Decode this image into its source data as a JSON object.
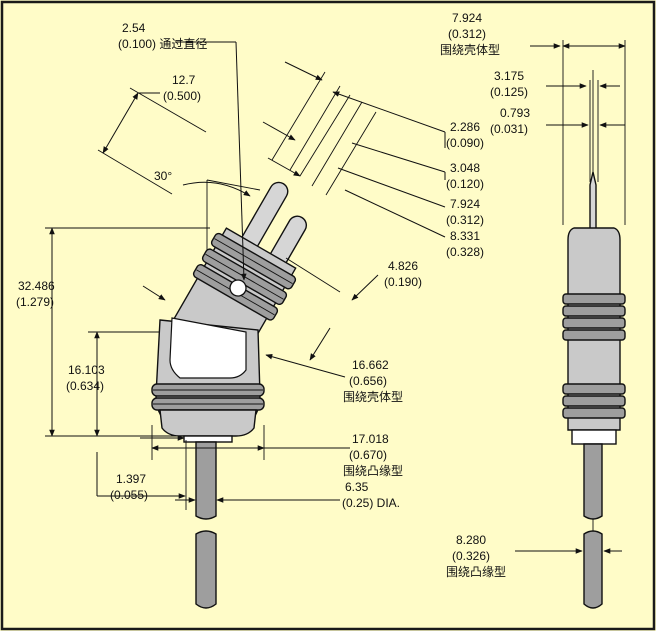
{
  "colors": {
    "background": "#FFFCC8",
    "frame": "#1A1A1A",
    "line": "#111111",
    "body_fill": "#C9C9C9",
    "band_fill": "#9E9E9E",
    "pin_fill": "#D6D6D6"
  },
  "labels": {
    "hole": {
      "mm": "2.54",
      "in": "(0.100) 通过直径"
    },
    "body_width": {
      "mm": "12.7",
      "in": "(0.500)"
    },
    "angle": "30°",
    "pin_gap": {
      "mm": "2.286",
      "in": "(0.090)"
    },
    "pin_spacing": {
      "mm": "3.048",
      "in": "(0.120)"
    },
    "pin_outer": {
      "mm": "7.924",
      "in": "(0.312)"
    },
    "pin_length": {
      "mm": "8.331",
      "in": "(0.328)"
    },
    "pin_dia": {
      "mm": "4.826",
      "in": "(0.190)"
    },
    "total_height": {
      "mm": "32.486",
      "in": "(1.279)"
    },
    "lower_height": {
      "mm": "16.103",
      "in": "(0.634)"
    },
    "shell": {
      "mm": "16.662",
      "in": "(0.656)",
      "note": "围绕壳体型"
    },
    "flange": {
      "mm": "17.018",
      "in": "(0.670)",
      "note": "围绕凸缘型"
    },
    "cable_offset": {
      "mm": "1.397",
      "in": "(0.055)"
    },
    "cable_dia": {
      "mm": "6.35",
      "in": "(0.25) DIA."
    },
    "side_shell": {
      "mm": "7.924",
      "in": "(0.312)",
      "note": "围绕壳体型"
    },
    "side_pin": {
      "mm": "3.175",
      "in": "(0.125)"
    },
    "side_pin_thk": {
      "mm": "0.793",
      "in": "(0.031)"
    },
    "side_flange": {
      "mm": "8.280",
      "in": "(0.326)",
      "note": "围绕凸缘型"
    }
  }
}
